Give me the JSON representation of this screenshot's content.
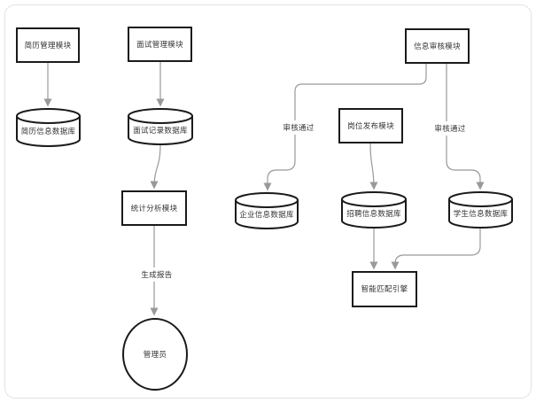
{
  "flowchart": {
    "nodes": [
      {
        "id": "resume-module",
        "type": "process",
        "label": "简历管理模块"
      },
      {
        "id": "interview-module",
        "type": "process",
        "label": "面试管理模块"
      },
      {
        "id": "review-module",
        "type": "process",
        "label": "信息审核模块"
      },
      {
        "id": "resume-db",
        "type": "database",
        "label": "简历信息数据库"
      },
      {
        "id": "interview-db",
        "type": "database",
        "label": "面试记录数据库"
      },
      {
        "id": "job-post-module",
        "type": "process",
        "label": "岗位发布模块"
      },
      {
        "id": "stats-module",
        "type": "process",
        "label": "统计分析模块"
      },
      {
        "id": "enterprise-db",
        "type": "database",
        "label": "企业信息数据库"
      },
      {
        "id": "recruit-db",
        "type": "database",
        "label": "招聘信息数据库"
      },
      {
        "id": "student-db",
        "type": "database",
        "label": "学生信息数据库"
      },
      {
        "id": "match-engine",
        "type": "process",
        "label": "智能匹配引擎"
      },
      {
        "id": "admin",
        "type": "actor",
        "label": "管理员"
      }
    ],
    "edge_labels": [
      {
        "id": "generate-report",
        "label": "生成报告"
      },
      {
        "id": "review-pass-left",
        "label": "审核通过"
      },
      {
        "id": "review-pass-right",
        "label": "审核通过"
      }
    ],
    "edges": [
      {
        "from": "resume-module",
        "to": "resume-db",
        "label": ""
      },
      {
        "from": "interview-module",
        "to": "interview-db",
        "label": ""
      },
      {
        "from": "interview-db",
        "to": "stats-module",
        "label": ""
      },
      {
        "from": "stats-module",
        "to": "admin",
        "label": "生成报告"
      },
      {
        "from": "review-module",
        "to": "enterprise-db",
        "label": "审核通过"
      },
      {
        "from": "review-module",
        "to": "student-db",
        "label": "审核通过"
      },
      {
        "from": "job-post-module",
        "to": "recruit-db",
        "label": ""
      },
      {
        "from": "recruit-db",
        "to": "match-engine",
        "label": ""
      },
      {
        "from": "student-db",
        "to": "match-engine",
        "label": ""
      }
    ],
    "colors": {
      "shape_border": "#1a1a1a",
      "connector": "#999999",
      "text": "#333333",
      "canvas_border": "#e3e3e3",
      "background": "#ffffff"
    }
  }
}
